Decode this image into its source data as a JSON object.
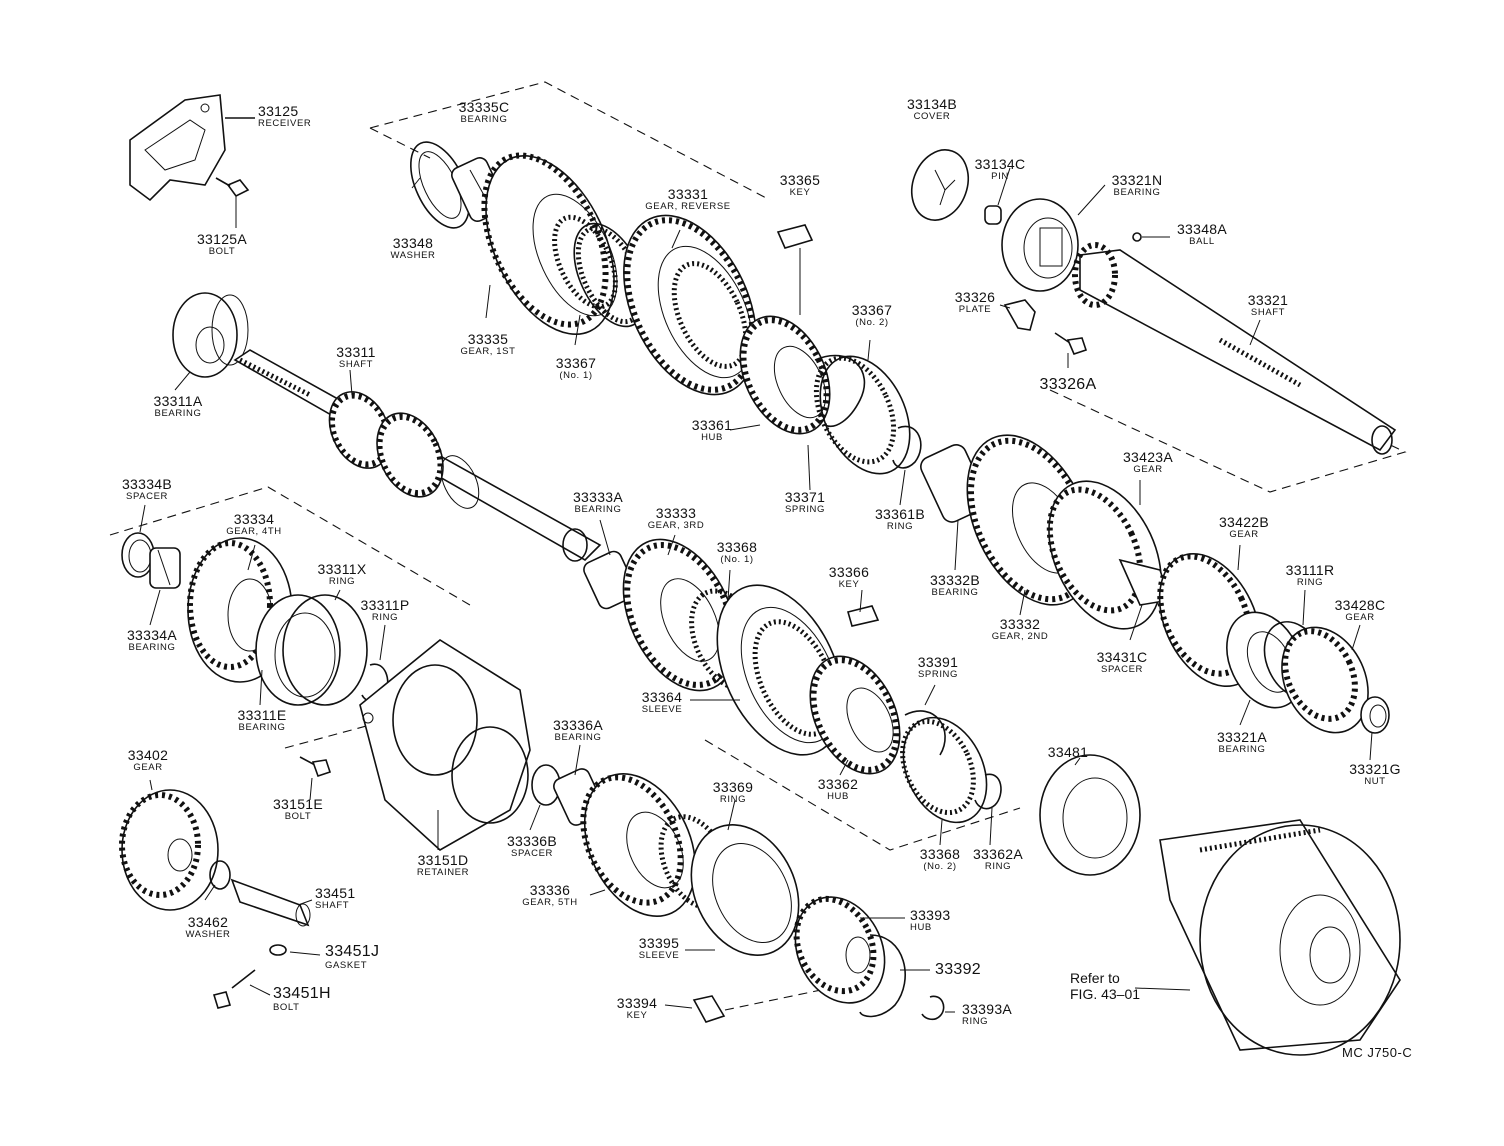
{
  "parts": [
    {
      "id": "p33125",
      "number": "33125",
      "name": "RECEIVER"
    },
    {
      "id": "p33125A",
      "number": "33125A",
      "name": "BOLT"
    },
    {
      "id": "p33335C",
      "number": "33335C",
      "name": "BEARING"
    },
    {
      "id": "p33348",
      "number": "33348",
      "name": "WASHER"
    },
    {
      "id": "p33335",
      "number": "33335",
      "name": "GEAR, 1ST"
    },
    {
      "id": "p33331",
      "number": "33331",
      "name": "GEAR, REVERSE"
    },
    {
      "id": "p33365",
      "number": "33365",
      "name": "KEY"
    },
    {
      "id": "p33367n1",
      "number": "33367",
      "name": "(No. 1)"
    },
    {
      "id": "p33367n2",
      "number": "33367",
      "name": "(No. 2)"
    },
    {
      "id": "p33361",
      "number": "33361",
      "name": "HUB"
    },
    {
      "id": "p33371",
      "number": "33371",
      "name": "SPRING"
    },
    {
      "id": "p33361B",
      "number": "33361B",
      "name": "RING"
    },
    {
      "id": "p33134B",
      "number": "33134B",
      "name": "COVER"
    },
    {
      "id": "p33134C",
      "number": "33134C",
      "name": "PIN"
    },
    {
      "id": "p33321N",
      "number": "33321N",
      "name": "BEARING"
    },
    {
      "id": "p33348A",
      "number": "33348A",
      "name": "BALL"
    },
    {
      "id": "p33326",
      "number": "33326",
      "name": "PLATE"
    },
    {
      "id": "p33326A",
      "number": "33326A",
      "name": ""
    },
    {
      "id": "p33321",
      "number": "33321",
      "name": "SHAFT"
    },
    {
      "id": "p33311",
      "number": "33311",
      "name": "SHAFT"
    },
    {
      "id": "p33311A",
      "number": "33311A",
      "name": "BEARING"
    },
    {
      "id": "p33334B",
      "number": "33334B",
      "name": "SPACER"
    },
    {
      "id": "p33334",
      "number": "33334",
      "name": "GEAR, 4TH"
    },
    {
      "id": "p33311X",
      "number": "33311X",
      "name": "RING"
    },
    {
      "id": "p33311P",
      "number": "33311P",
      "name": "RING"
    },
    {
      "id": "p33334A",
      "number": "33334A",
      "name": "BEARING"
    },
    {
      "id": "p33311E",
      "number": "33311E",
      "name": "BEARING"
    },
    {
      "id": "p33333A",
      "number": "33333A",
      "name": "BEARING"
    },
    {
      "id": "p33333",
      "number": "33333",
      "name": "GEAR, 3RD"
    },
    {
      "id": "p33368n1",
      "number": "33368",
      "name": "(No. 1)"
    },
    {
      "id": "p33366",
      "number": "33366",
      "name": "KEY"
    },
    {
      "id": "p33364",
      "number": "33364",
      "name": "SLEEVE"
    },
    {
      "id": "p33391",
      "number": "33391",
      "name": "SPRING"
    },
    {
      "id": "p33362",
      "number": "33362",
      "name": "HUB"
    },
    {
      "id": "p33368n2",
      "number": "33368",
      "name": "(No. 2)"
    },
    {
      "id": "p33362A",
      "number": "33362A",
      "name": "RING"
    },
    {
      "id": "p33332B",
      "number": "33332B",
      "name": "BEARING"
    },
    {
      "id": "p33332",
      "number": "33332",
      "name": "GEAR, 2ND"
    },
    {
      "id": "p33423A",
      "number": "33423A",
      "name": "GEAR"
    },
    {
      "id": "p33422B",
      "number": "33422B",
      "name": "GEAR"
    },
    {
      "id": "p33111R",
      "number": "33111R",
      "name": "RING"
    },
    {
      "id": "p33428C",
      "number": "33428C",
      "name": "GEAR"
    },
    {
      "id": "p33431C",
      "number": "33431C",
      "name": "SPACER"
    },
    {
      "id": "p33321A",
      "number": "33321A",
      "name": "BEARING"
    },
    {
      "id": "p33321G",
      "number": "33321G",
      "name": "NUT"
    },
    {
      "id": "p33481",
      "number": "33481",
      "name": ""
    },
    {
      "id": "p33402",
      "number": "33402",
      "name": "GEAR"
    },
    {
      "id": "p33151E",
      "number": "33151E",
      "name": "BOLT"
    },
    {
      "id": "p33151D",
      "number": "33151D",
      "name": "RETAINER"
    },
    {
      "id": "p33336A",
      "number": "33336A",
      "name": "BEARING"
    },
    {
      "id": "p33336B",
      "number": "33336B",
      "name": "SPACER"
    },
    {
      "id": "p33336",
      "number": "33336",
      "name": "GEAR, 5TH"
    },
    {
      "id": "p33369",
      "number": "33369",
      "name": "RING"
    },
    {
      "id": "p33395",
      "number": "33395",
      "name": "SLEEVE"
    },
    {
      "id": "p33393",
      "number": "33393",
      "name": "HUB"
    },
    {
      "id": "p33392",
      "number": "33392",
      "name": ""
    },
    {
      "id": "p33394",
      "number": "33394",
      "name": "KEY"
    },
    {
      "id": "p33393A",
      "number": "33393A",
      "name": "RING"
    },
    {
      "id": "p33462",
      "number": "33462",
      "name": "WASHER"
    },
    {
      "id": "p33451",
      "number": "33451",
      "name": "SHAFT"
    },
    {
      "id": "p33451J",
      "number": "33451J",
      "name": "GASKET"
    },
    {
      "id": "p33451H",
      "number": "33451H",
      "name": "BOLT"
    }
  ],
  "refer": {
    "line1": "Refer to",
    "line2": "FIG. 43–01"
  },
  "diagram_code": "MC J750-C",
  "colors": {
    "ink": "#111111",
    "paper": "#ffffff"
  }
}
